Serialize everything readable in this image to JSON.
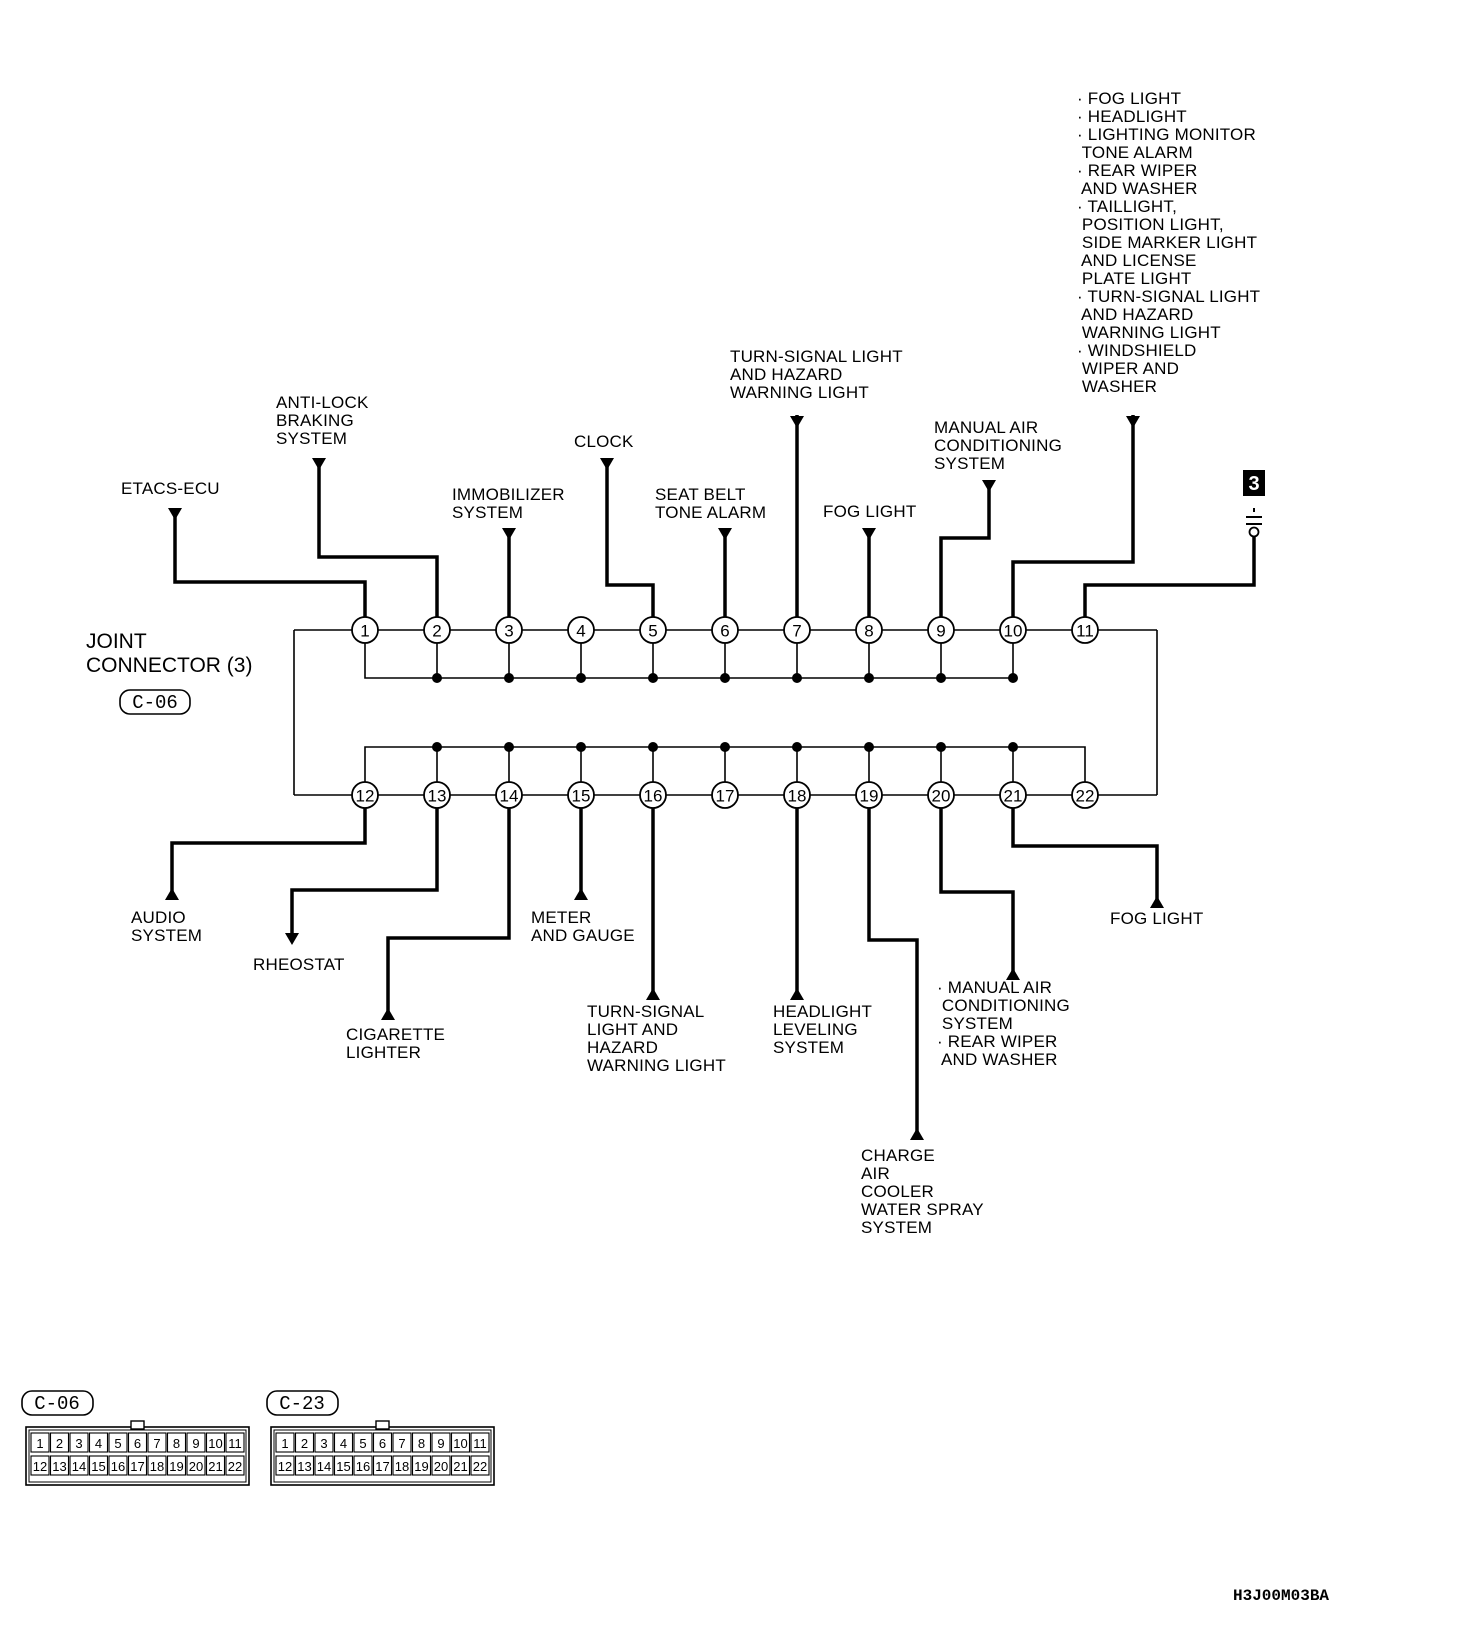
{
  "connector": {
    "title_line1": "JOINT",
    "title_line2": "CONNECTOR (3)",
    "code": "C-06"
  },
  "ground_marker": "3",
  "top_pins": [
    "1",
    "2",
    "3",
    "4",
    "5",
    "6",
    "7",
    "8",
    "9",
    "10",
    "11"
  ],
  "bottom_pins": [
    "12",
    "13",
    "14",
    "15",
    "16",
    "17",
    "18",
    "19",
    "20",
    "21",
    "22"
  ],
  "top_labels": {
    "p1": [
      "ETACS-ECU"
    ],
    "p2": [
      "ANTI-LOCK",
      "BRAKING",
      "SYSTEM"
    ],
    "p3": [
      "IMMOBILIZER",
      "SYSTEM"
    ],
    "p5": [
      "CLOCK"
    ],
    "p6": [
      "SEAT BELT",
      "TONE ALARM"
    ],
    "p7": [
      "TURN-SIGNAL LIGHT",
      "AND HAZARD",
      "WARNING LIGHT"
    ],
    "p8": [
      "FOG LIGHT"
    ],
    "p9": [
      "MANUAL AIR",
      "CONDITIONING",
      "SYSTEM"
    ],
    "p10": [
      "· FOG LIGHT",
      "· HEADLIGHT",
      "· LIGHTING MONITOR",
      "  TONE ALARM",
      "· REAR WIPER",
      "  AND WASHER",
      "· TAILLIGHT,",
      "  POSITION LIGHT,",
      "  SIDE MARKER LIGHT",
      "  AND LICENSE",
      "  PLATE LIGHT",
      "· TURN-SIGNAL LIGHT",
      "  AND HAZARD",
      "  WARNING LIGHT",
      "· WINDSHIELD",
      "  WIPER AND",
      "  WASHER"
    ]
  },
  "bottom_labels": {
    "p12": [
      "AUDIO",
      "SYSTEM"
    ],
    "p13": [
      "RHEOSTAT"
    ],
    "p14": [
      "CIGARETTE",
      "LIGHTER"
    ],
    "p15": [
      "METER",
      "AND GAUGE"
    ],
    "p16": [
      "TURN-SIGNAL",
      "LIGHT AND",
      "HAZARD",
      "WARNING LIGHT"
    ],
    "p18": [
      "HEADLIGHT",
      "LEVELING",
      "SYSTEM"
    ],
    "p19": [
      "CHARGE",
      "AIR",
      "COOLER",
      "WATER SPRAY",
      "SYSTEM"
    ],
    "p20": [
      "· MANUAL AIR",
      "  CONDITIONING",
      "  SYSTEM",
      "· REAR WIPER",
      "  AND WASHER"
    ],
    "p21": [
      "FOG LIGHT"
    ]
  },
  "connector_views": [
    {
      "code": "C-06",
      "row1": [
        "1",
        "2",
        "3",
        "4",
        "5",
        "6",
        "7",
        "8",
        "9",
        "10",
        "11"
      ],
      "row2": [
        "12",
        "13",
        "14",
        "15",
        "16",
        "17",
        "18",
        "19",
        "20",
        "21",
        "22"
      ]
    },
    {
      "code": "C-23",
      "row1": [
        "1",
        "2",
        "3",
        "4",
        "5",
        "6",
        "7",
        "8",
        "9",
        "10",
        "11"
      ],
      "row2": [
        "12",
        "13",
        "14",
        "15",
        "16",
        "17",
        "18",
        "19",
        "20",
        "21",
        "22"
      ]
    }
  ],
  "figure_ref": "H3J00M03BA"
}
